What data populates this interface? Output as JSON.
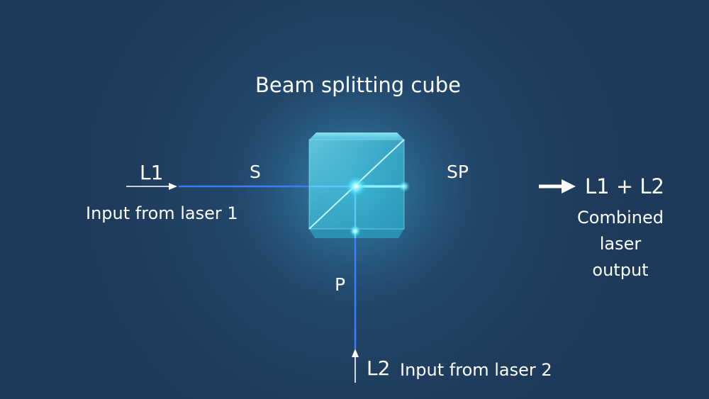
{
  "diagram": {
    "title": "Beam splitting cube",
    "inputs": {
      "laser1": {
        "name": "L1",
        "description": "Input from laser 1",
        "polarization": "S"
      },
      "laser2": {
        "name": "L2",
        "description": "Input from laser 2",
        "polarization": "P"
      }
    },
    "output": {
      "name": "L1 + L2",
      "polarization": "SP",
      "description_lines": [
        "Combined",
        "laser",
        "output"
      ]
    },
    "colors": {
      "background": "#1e3a5a",
      "beam": "#3b7dff",
      "beam_glow": "#29d8ff",
      "cube": "#3cc4dc",
      "text": "#ffffff"
    }
  }
}
